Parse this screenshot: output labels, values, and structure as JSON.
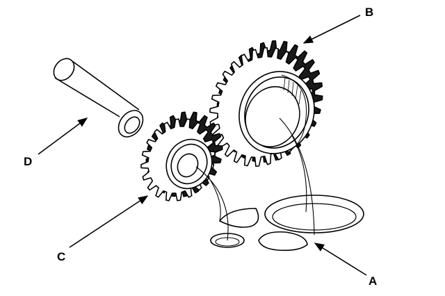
{
  "labels": {
    "a": "A",
    "b": "B",
    "c": "C",
    "d": "D"
  },
  "figure_code": "",
  "colors": {
    "ink": "#000000",
    "background": "#ffffff"
  }
}
